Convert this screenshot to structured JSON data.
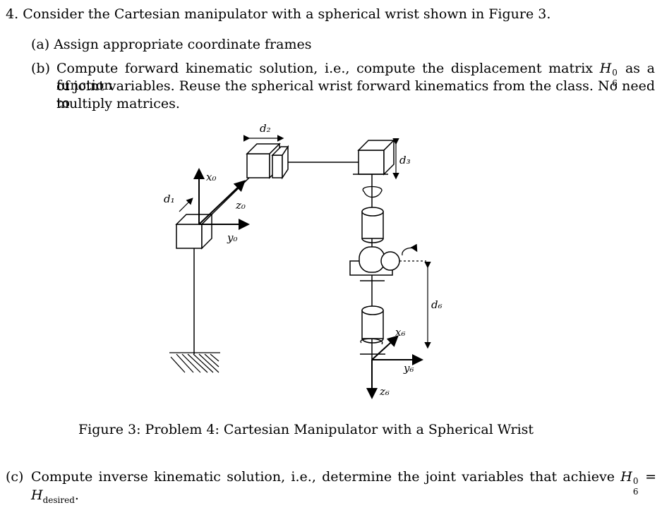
{
  "problem": {
    "number": "4.",
    "text": "Consider the Cartesian manipulator with a spherical wrist shown in Figure 3."
  },
  "parts": {
    "a": {
      "label": "(a)",
      "text": "Assign appropriate coordinate frames"
    },
    "b": {
      "label": "(b)",
      "line1_pre": "Compute forward kinematic solution, i.e., compute the displacement matrix",
      "matrix": "H",
      "sup": "0",
      "sub": "6",
      "line1_post": "as a function",
      "line2": "of joint variables.  Reuse the spherical wrist forward kinematics from the class.  No need to",
      "line3": "multiply matrices."
    },
    "c": {
      "label": "(c)",
      "line1": "Compute inverse kinematic solution, i.e., determine the joint variables that achieve",
      "matrix": "H",
      "sup": "0",
      "sub": "6",
      "eq": "=",
      "line2_main": "H",
      "line2_sub": "desired",
      "line2_end": "."
    }
  },
  "figure": {
    "caption": "Figure 3: Problem 4: Cartesian Manipulator with a Spherical Wrist",
    "labels": {
      "d1": "d₁",
      "d2": "d₂",
      "d3": "d₃",
      "d6": "d₆",
      "x0": "x₀",
      "y0": "y₀",
      "z0": "z₀",
      "x6": "x₆",
      "y6": "y₆",
      "z6": "z₆"
    }
  }
}
